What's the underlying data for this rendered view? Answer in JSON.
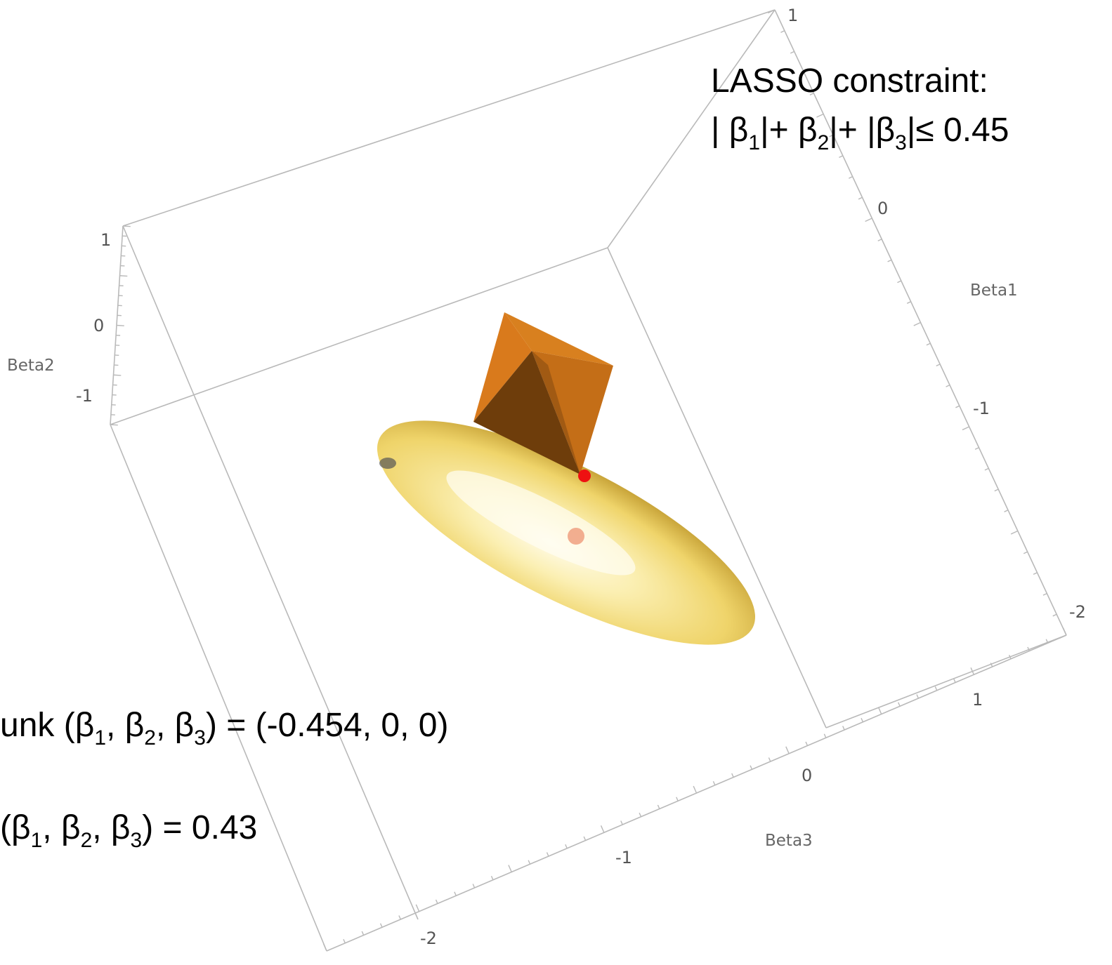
{
  "text": {
    "lasso_title": "LASSO constraint:",
    "lasso_formula": {
      "p1": "| β",
      "s1": "1",
      "p2": "|+ β",
      "s2": "2",
      "p3": "|+ |β",
      "s3": "3",
      "p4": "|≤ 0.45"
    },
    "shrunk": {
      "p1": "unk (β",
      "s1": "1",
      "p2": ", β",
      "s2": "2",
      "p3": ", β",
      "s3": "3",
      "p4": ") = (-0.454, 0, 0)"
    },
    "value": {
      "p1": "(β",
      "s1": "1",
      "p2": ", β",
      "s2": "2",
      "p3": ", β",
      "s3": "3",
      "p4": ") =  0.43"
    }
  },
  "axes": {
    "beta1": {
      "label": "Beta1",
      "ticks": [
        "1",
        "0",
        "-1",
        "-2"
      ]
    },
    "beta2": {
      "label": "Beta2",
      "ticks": [
        "1",
        "0",
        "-1"
      ]
    },
    "beta3": {
      "label": "Beta3",
      "ticks": [
        "1",
        "0",
        "-1",
        "-2"
      ]
    }
  },
  "colors": {
    "box": "#b9b9b9",
    "ellipsoid_light": "#fffbe6",
    "ellipsoid_mid": "#f4e28a",
    "ellipsoid_dark": "#c9a53a",
    "octahedron_light": "#e38a2a",
    "octahedron_mid": "#c06a14",
    "octahedron_dark": "#7a4610",
    "tangent_point": "#ee1111",
    "ols_point": "#f0a080"
  }
}
